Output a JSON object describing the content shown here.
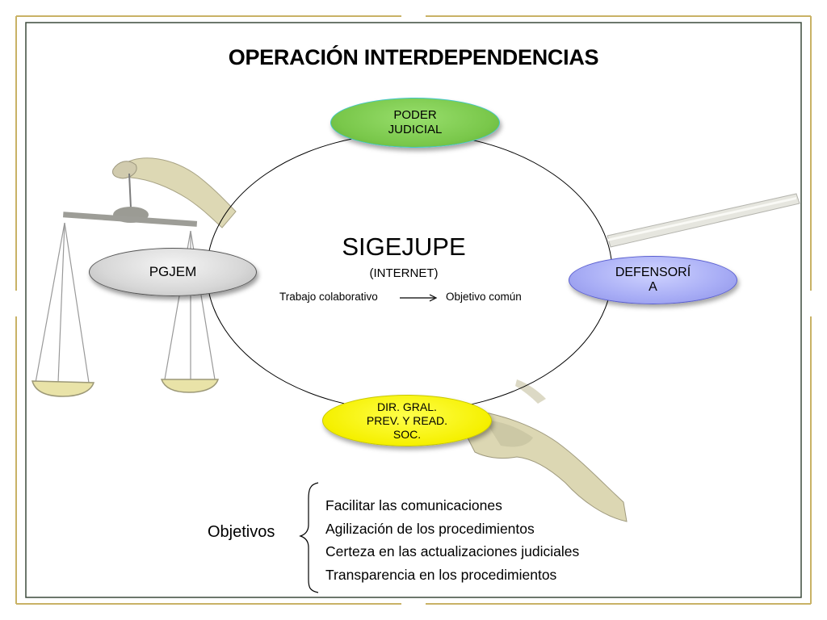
{
  "title": "OPERACIÓN INTERDEPENDENCIAS",
  "center": {
    "title": "SIGEJUPE",
    "subtitle": "(INTERNET)",
    "flow_from": "Trabajo colaborativo",
    "flow_to": "Objetivo común"
  },
  "nodes": {
    "poder_judicial": [
      "PODER",
      "JUDICIAL"
    ],
    "pgjem": [
      "PGJEM"
    ],
    "defensoria": [
      "DEFENSORÍ",
      "A"
    ],
    "dir_gral": [
      "DIR. GRAL.",
      "PREV. Y READ.",
      "SOC."
    ]
  },
  "objectives": {
    "label": "Objetivos",
    "items": [
      "Facilitar las comunicaciones",
      "Agilización de los procedimientos",
      "Certeza en las actualizaciones judiciales",
      "Transparencia en los procedimientos"
    ]
  },
  "colors": {
    "poder_judicial": "#79c74a",
    "pgjem": "#d7d7d7",
    "defensoria": "#a7acf5",
    "dir_gral": "#f5f000",
    "frame_dark": "#3c4a3c",
    "frame_gold": "#c9b266"
  }
}
